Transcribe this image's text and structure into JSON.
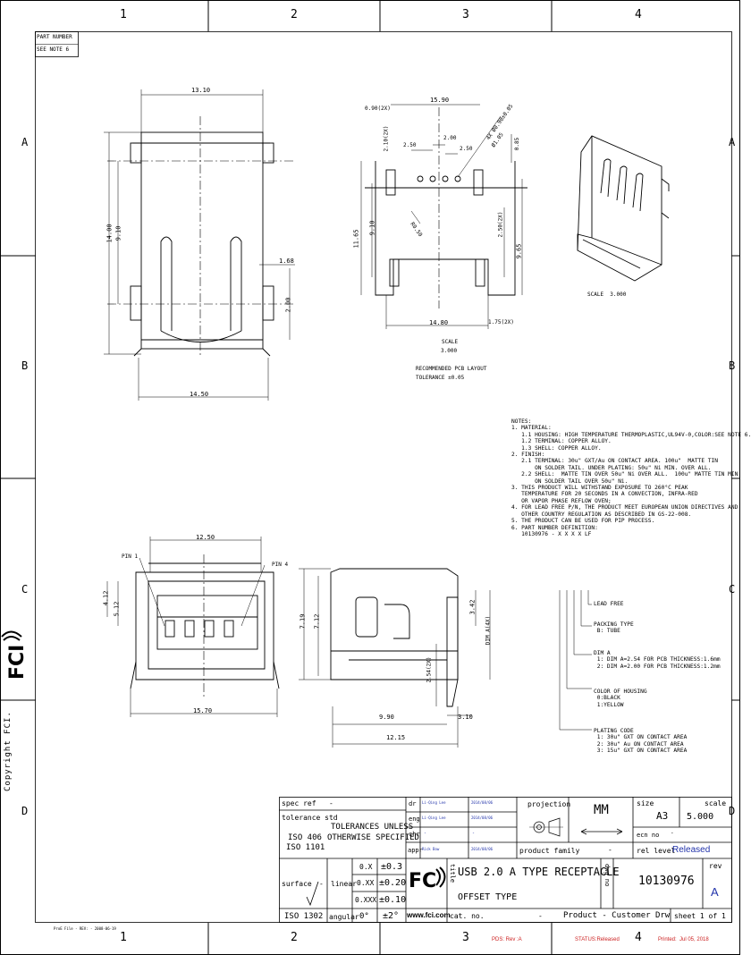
{
  "border": {
    "columns_top": [
      "1",
      "2",
      "3",
      "4"
    ],
    "columns_bottom": [
      "1",
      "2",
      "3",
      "4"
    ],
    "rows_left": [
      "A",
      "B",
      "C",
      "D"
    ],
    "rows_right": [
      "A",
      "B",
      "C",
      "D"
    ]
  },
  "part_number_box": {
    "line1": "PART NUMBER",
    "line2": "SEE NOTE 6"
  },
  "copyright": "Copyright FCI.",
  "logo_text": "FCI",
  "top_view": {
    "dim_width": "13.10",
    "dim_height": "14.00",
    "dim_inner_height": "9.10",
    "dim_tab": "1.68",
    "dim_tab2": "2.00",
    "dim_bottom": "14.50"
  },
  "pcb_layout": {
    "d_1590": "15.90",
    "d_090": "0.90(2X)",
    "d_210": "2.10(2X)",
    "d_250a": "2.50",
    "d_200": "2.00",
    "d_250b": "2.50",
    "d_hole": "4X Ø0.90±0.05",
    "d_hole2": "Ø1.05",
    "d_085": "0.85",
    "d_r": "R0.50",
    "d_1165": "11.65",
    "d_910": "9.10",
    "d_250c": "2.50(2X)",
    "d_965": "9.65",
    "d_1480": "14.80",
    "d_175": "1.75(2X)",
    "scale_label": "SCALE",
    "scale_value": "3.000",
    "caption1": "RECOMMENDED PCB LAYOUT",
    "caption2": "TOLERANCE ±0.05"
  },
  "iso_view": {
    "scale": "SCALE  3.000"
  },
  "notes": {
    "text": "NOTES:\n1. MATERIAL:\n   1.1 HOUSING: HIGH TEMPERATURE THERMOPLASTIC,UL94V-0,COLOR:SEE NOTE 6.\n   1.2 TERMINAL: COPPER ALLOY.\n   1.3 SHELL: COPPER ALLOY.\n2. FINISH:\n   2.1 TERMINAL: 30u\" GXT/Au ON CONTACT AREA. 100u\"  MATTE TIN\n       ON SOLDER TAIL. UNDER PLATING: 50u\" Ni MIN. OVER ALL.\n   2.2 SHELL:  MATTE TIN OVER 50u\" Ni OVER ALL.  100u\" MATTE TIN MIN\n       ON SOLDER TAIL OVER 50u\" Ni.\n3. THIS PRODUCT WILL WITHSTAND EXPOSURE TO 260°C PEAK\n   TEMPERATURE FOR 20 SECONDS IN A CONVECTION, INFRA-RED\n   OR VAPOR PHASE REFLOW OVEN;\n4. FOR LEAD FREE P/N, THE PRODUCT MEET EUROPEAN UNION DIRECTIVES AND\n   OTHER COUNTRY REGULATION AS DESCRIBED IN GS-22-008.\n5. THE PRODUCT CAN BE USED FOR PIP PROCESS.\n6. PART NUMBER DEFINITION:\n   10130976 - X X X X LF",
    "lead_free": "LEAD FREE",
    "packing": "PACKING TYPE\n B: TUBE",
    "dim_a": "DIM A\n 1: DIM A=2.54 FOR PCB THICKNESS:1.6mm\n 2: DIM A=2.00 FOR PCB THICKNESS:1.2mm",
    "color": "COLOR OF HOUSING\n 0:BLACK\n 1:YELLOW",
    "plating": "PLATING CODE\n 1: 30u\" GXT ON CONTACT AREA\n 2: 30u\" Au ON CONTACT AREA\n 3: 15u\" GXT ON CONTACT AREA"
  },
  "front_view": {
    "dim_width": "12.50",
    "pin1": "PIN 1",
    "pin4": "PIN 4",
    "dim_412": "4.12",
    "dim_512": "5.12",
    "dim_bottom": "15.70"
  },
  "side_view": {
    "dim_719a": "7.19",
    "dim_719b": "7.12",
    "dim_342": "3.42",
    "dim_a": "DIM A(4X)",
    "dim_254": "2.54(2X)",
    "dim_990": "9.90",
    "dim_310": "3.10",
    "dim_1215": "12.15"
  },
  "title_block": {
    "spec_ref_label": "spec ref",
    "spec_ref_value": "-",
    "tol_std_label": "tolerance std",
    "iso406": "ISO 406",
    "iso1101": "ISO 1101",
    "tol_title1": "TOLERANCES UNLESS",
    "tol_title2": "OTHERWISE SPECIFIED",
    "surface": "surface",
    "surface_val": "-",
    "linear": "linear",
    "x1": "0.X",
    "t1": "±0.3",
    "x2": "0.XX",
    "t2": "±0.20",
    "x3": "0.XXX",
    "t3": "±0.10",
    "iso1302": "ISO 1302",
    "angular": "angular",
    "ang0": "0°",
    "ang_tol": "±2°",
    "dr": "dr",
    "eng": "eng",
    "chr": "chr",
    "appr": "appr",
    "dr_name": "Li-Qing Lee",
    "dr_date": "2014/08/06",
    "eng_name": "Li-Qing Lee",
    "eng_date": "2014/08/06",
    "chr_name": "-",
    "chr_date": "-",
    "appr_name": "Rick Bow",
    "appr_date": "2014/08/06",
    "projection": "projection",
    "units": "MM",
    "size_label": "size",
    "size": "A3",
    "scale_label": "scale",
    "scale": "5.000",
    "ecn_label": "ecn no",
    "ecn": "-",
    "product_family": "product family",
    "product_family_value": "-",
    "rel_level_label": "rel level",
    "rel_level": "Released",
    "title_label": "title",
    "title1": "USB 2.0 A TYPE RECEPTACLE",
    "title2": "OFFSET TYPE",
    "dwg_label": "dwg no",
    "dwg_no": "10130976",
    "rev_label": "rev",
    "rev": "A",
    "web": "www.fci.com",
    "cat_label": "cat. no.",
    "cat": "-",
    "doc_type": "Product - Customer Drw",
    "sheet": "sheet 1 of 1"
  },
  "footer": {
    "left": "ProE File - REV: - 2008-06-19",
    "pds": "PDS: Rev :A",
    "status": "STATUS:Released",
    "printed": "Printed:  Jul 05, 2018"
  },
  "colors": {
    "blue": "#2233aa",
    "red": "#cc2222"
  }
}
